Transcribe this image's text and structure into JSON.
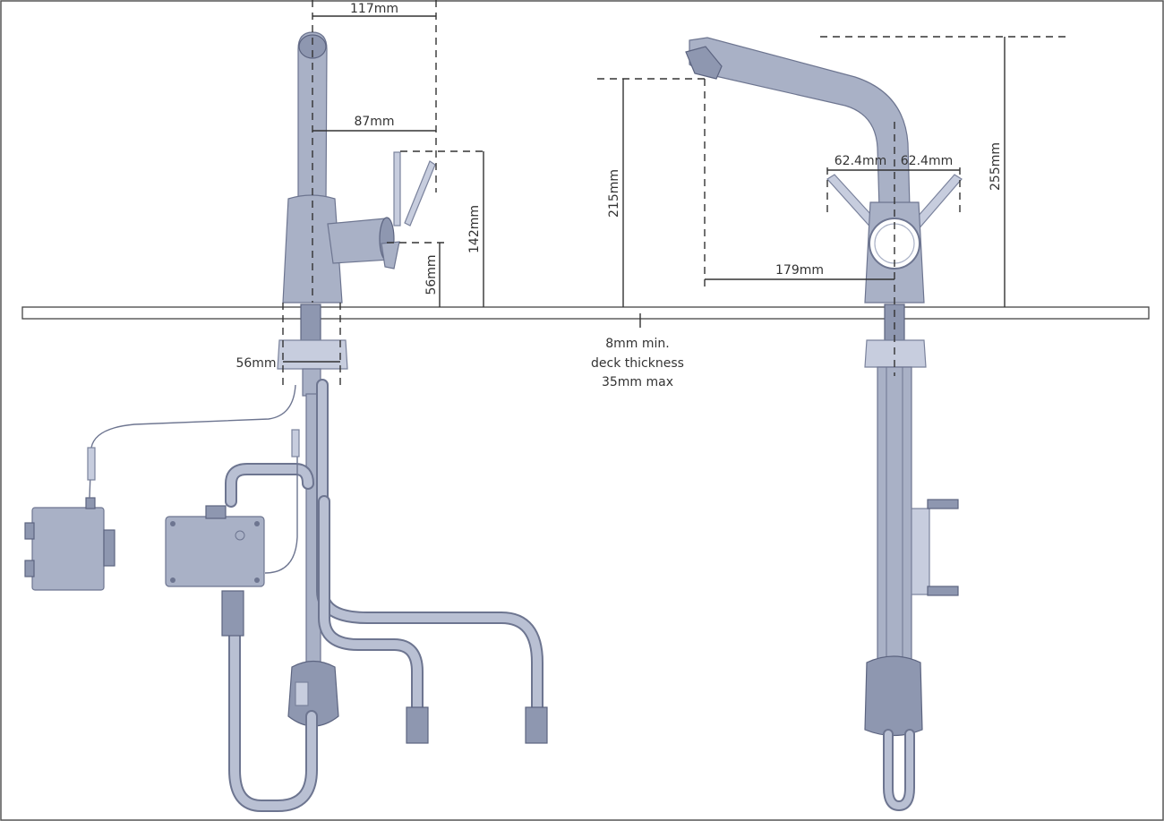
{
  "dimensions": {
    "spout_reach_top": "117mm",
    "spout_reach_inner": "87mm",
    "lever_height": "142mm",
    "handle_height": "56mm",
    "body_diameter": "56mm",
    "spout_height": "215mm",
    "lever_swing_left": "62.4mm",
    "lever_swing_right": "62.4mm",
    "spout_projection": "179mm",
    "total_height": "255mm"
  },
  "deck_note": {
    "line1": "8mm min.",
    "line2": "deck thickness",
    "line3": "35mm max"
  },
  "colors": {
    "metal": "#a9b1c6",
    "outline": "#6d7590",
    "dimension_line": "#333333"
  }
}
